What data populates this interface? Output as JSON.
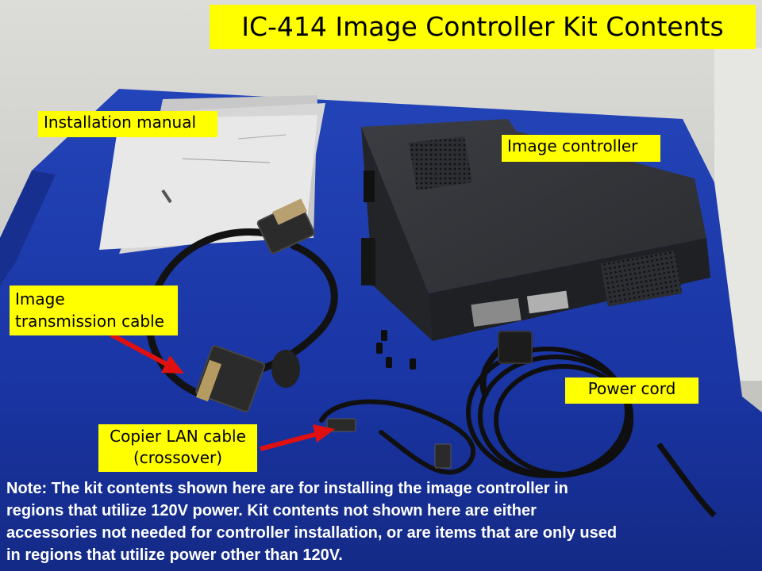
{
  "title": "IC-414 Image Controller Kit Contents",
  "labels": {
    "installation_manual": "Installation manual",
    "image_controller": "Image controller",
    "image_transmission_cable_line1": "Image",
    "image_transmission_cable_line2": "transmission cable",
    "power_cord": "Power cord",
    "copier_lan_cable_line1": "Copier LAN cable",
    "copier_lan_cable_line2": "(crossover)"
  },
  "note_lines": [
    "Note: The kit contents shown here are for installing the image controller in",
    "regions that utilize 120V power.  Kit contents not shown here are either",
    "accessories not needed for controller installation, or are items that are only used",
    "in regions that utilize power other than 120V."
  ],
  "colors": {
    "label_background": "#ffff00",
    "arrow": "#e01010",
    "table_cloth": "#1a3bb0",
    "note_text": "#ffffff"
  }
}
